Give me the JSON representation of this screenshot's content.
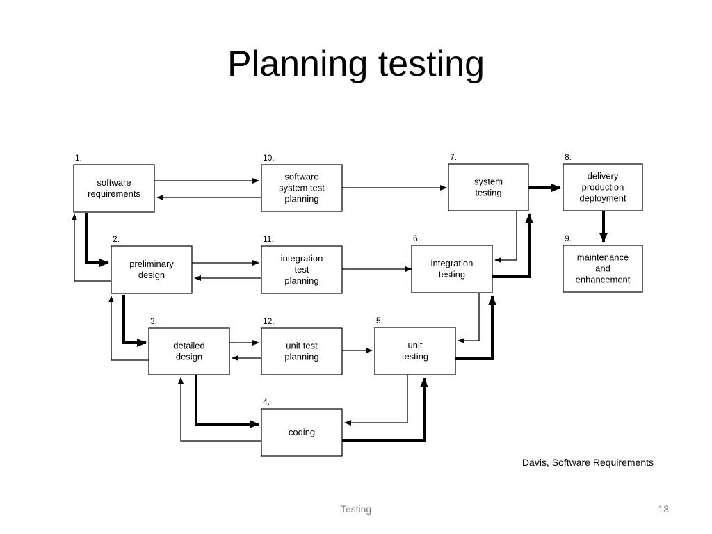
{
  "title": "Planning testing",
  "nodes": [
    {
      "id": "n1",
      "number": "1.",
      "lines": [
        "software",
        "requirements"
      ]
    },
    {
      "id": "n2",
      "number": "2.",
      "lines": [
        "preliminary",
        "design"
      ]
    },
    {
      "id": "n3",
      "number": "3.",
      "lines": [
        "detailed",
        "design"
      ]
    },
    {
      "id": "n4",
      "number": "4.",
      "lines": [
        "coding"
      ]
    },
    {
      "id": "n5",
      "number": "5.",
      "lines": [
        "unit",
        "testing"
      ]
    },
    {
      "id": "n6",
      "number": "6.",
      "lines": [
        "integration",
        "testing"
      ]
    },
    {
      "id": "n7",
      "number": "7.",
      "lines": [
        "system",
        "testing"
      ]
    },
    {
      "id": "n8",
      "number": "8.",
      "lines": [
        "delivery",
        "production",
        "deployment"
      ]
    },
    {
      "id": "n9",
      "number": "9.",
      "lines": [
        "maintenance",
        "and",
        "enhancement"
      ]
    },
    {
      "id": "n10",
      "number": "10.",
      "lines": [
        "software",
        "system test",
        "planning"
      ]
    },
    {
      "id": "n11",
      "number": "11.",
      "lines": [
        "integration",
        "test",
        "planning"
      ]
    },
    {
      "id": "n12",
      "number": "12.",
      "lines": [
        "unit test",
        "planning"
      ]
    }
  ],
  "citation": "Davis, Software Requirements",
  "footer": {
    "center": "Testing",
    "page": "13"
  },
  "colors": {
    "text": "#000000",
    "footer": "#808080",
    "background": "#ffffff"
  }
}
